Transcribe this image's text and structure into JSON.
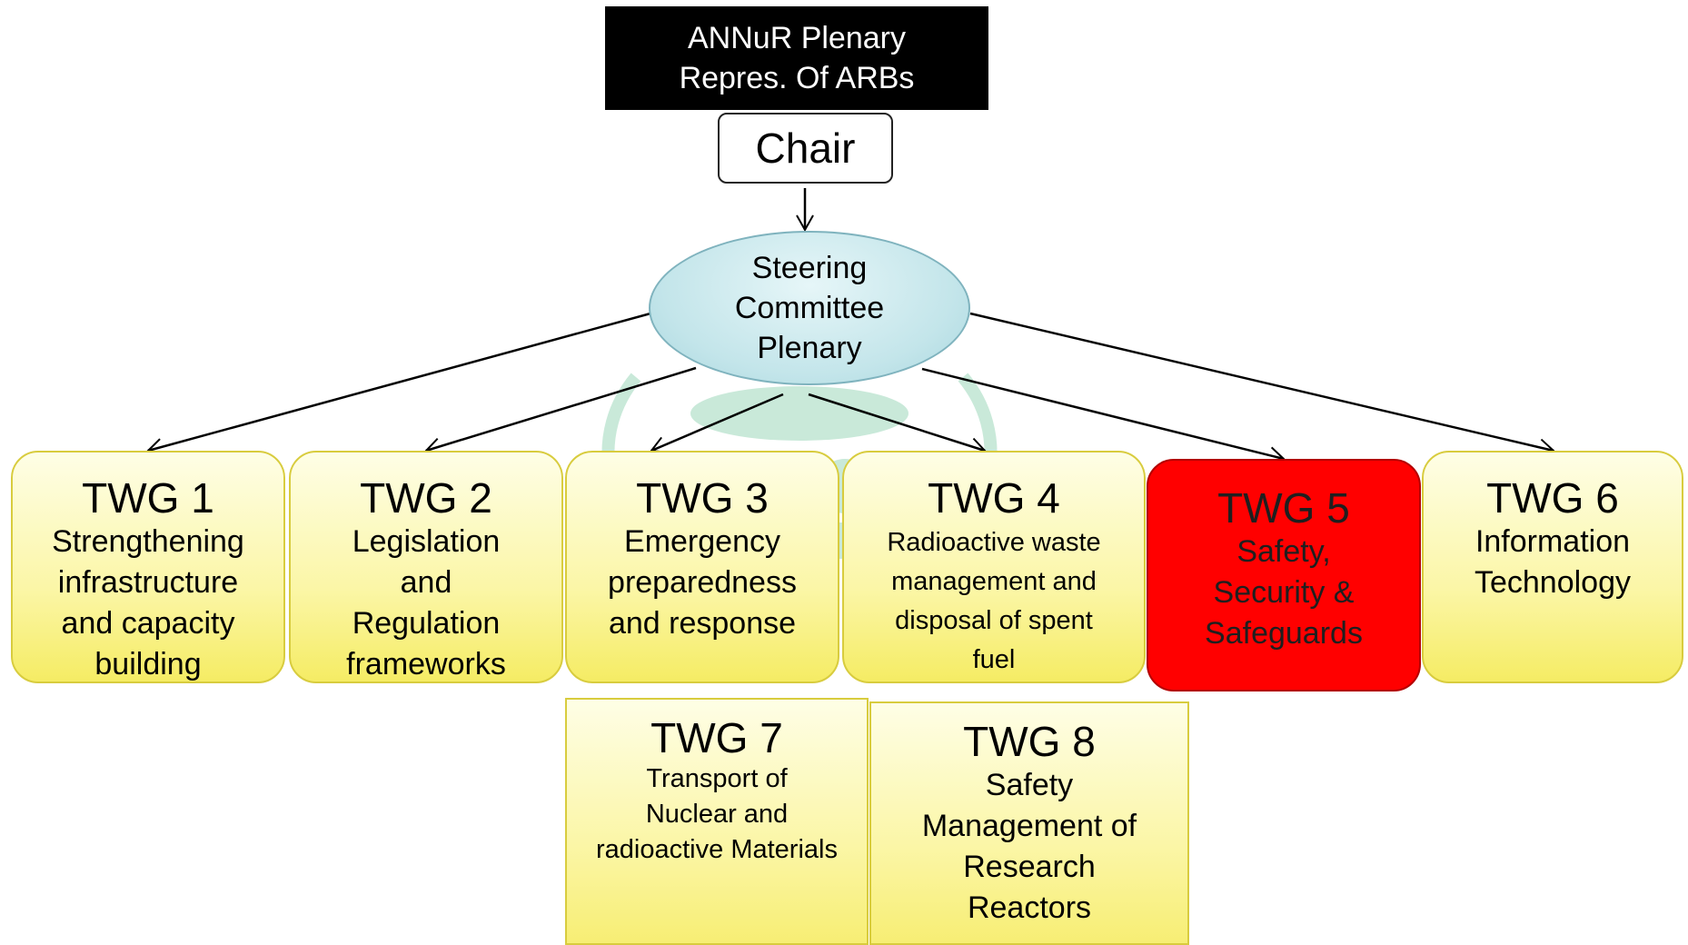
{
  "top_box": {
    "line1": "ANNuR Plenary",
    "line2": "Repres. Of ARBs"
  },
  "chair": {
    "label": "Chair"
  },
  "steering": {
    "line1": "Steering",
    "line2": "Committee",
    "line3": "Plenary"
  },
  "twgs": [
    {
      "title": "TWG 1",
      "lines": [
        "Strengthening",
        "infrastructure",
        "and capacity",
        "building"
      ]
    },
    {
      "title": "TWG 2",
      "lines": [
        "Legislation",
        "and",
        "Regulation",
        "frameworks"
      ]
    },
    {
      "title": "TWG 3",
      "lines": [
        "Emergency",
        "preparedness",
        "and response"
      ]
    },
    {
      "title": "TWG 4",
      "lines": [
        "Radioactive waste",
        "management and",
        "disposal of spent",
        "fuel"
      ]
    },
    {
      "title": "TWG 5",
      "lines": [
        "Safety,",
        "Security &",
        "Safeguards"
      ],
      "highlight": "#ff0000"
    },
    {
      "title": "TWG 6",
      "lines": [
        "Information",
        "Technology"
      ]
    },
    {
      "title": "TWG 7",
      "lines": [
        "Transport of",
        "Nuclear and",
        "radioactive Materials"
      ]
    },
    {
      "title": "TWG 8",
      "lines": [
        "Safety",
        "Management of",
        "Research",
        "Reactors"
      ]
    }
  ],
  "colors": {
    "box_fill": "#fbf6a6",
    "box_border": "#d8cc3e",
    "highlight": "#ff0000",
    "ellipse_fill": "#c3e5ea",
    "top_box_fill": "#000000"
  }
}
